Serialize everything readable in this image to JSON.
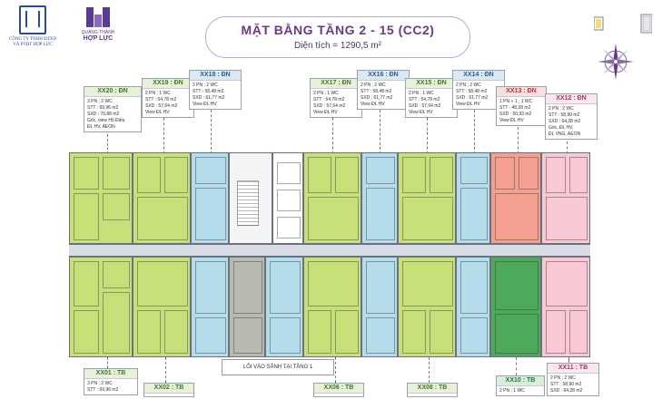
{
  "header": {
    "title": "MẶT BẰNG TẦNG 2 - 15 (CC2)",
    "area": "Diện tích = 1290,5 m²"
  },
  "logos": {
    "company": "CÔNG TY TNHH ĐTXD\nVÀ PTĐT HỢP LỰC",
    "brand_small": "QUẢNG THÀNH",
    "brand_big": "HỢP LỰC"
  },
  "entry": {
    "label": "LỐI VÀO SẢNH TẠI TẦNG 1"
  },
  "colors": {
    "green": "#c8e07a",
    "blue": "#b4dcea",
    "red": "#f4a090",
    "pink": "#f8c8d4",
    "teal": "#4caa5a",
    "gray": "#b8bab0",
    "corridor": "#d8dce4"
  },
  "units_top": [
    {
      "code": "XX20 : ĐN",
      "l1": "3 PN ; 2 WC",
      "l2": "STT : 69,96 m2",
      "l3": "SXD : 76,88 m2",
      "l4": "Góc, view Hồ Điều",
      "l5": "ĐL HV, AEON",
      "color": "green"
    },
    {
      "code": "XX19 : ĐN",
      "l1": "2 PN ; 1 WC",
      "l2": "STT : 54,78 m2",
      "l3": "SXD : 57,64 m2",
      "l4": "View ĐL HV",
      "l5": "",
      "color": "green"
    },
    {
      "code": "XX18 : ĐN",
      "l1": "2 PN ; 2 WC",
      "l2": "STT : 58,48 m2",
      "l3": "SXD : 61,77 m2",
      "l4": "View ĐL HV",
      "l5": "",
      "color": "blue"
    },
    {
      "code": "XX17 : ĐN",
      "l1": "2 PN ; 1 WC",
      "l2": "STT : 54,78 m2",
      "l3": "SXD : 57,64 m2",
      "l4": "View ĐL HV",
      "l5": "",
      "color": "green"
    },
    {
      "code": "XX16 : ĐN",
      "l1": "2 PN ; 2 WC",
      "l2": "STT : 58,48 m2",
      "l3": "SXD : 61,77 m2",
      "l4": "View ĐL HV",
      "l5": "",
      "color": "blue"
    },
    {
      "code": "XX15 : ĐN",
      "l1": "2 PN ; 1 WC",
      "l2": "STT : 54,78 m2",
      "l3": "SXD : 57,64 m2",
      "l4": "View ĐL HV",
      "l5": "",
      "color": "green"
    },
    {
      "code": "XX14 : ĐN",
      "l1": "2 PN ; 2 WC",
      "l2": "STT : 58,48 m2",
      "l3": "SXD : 61,77 m2",
      "l4": "View ĐL HV",
      "l5": "",
      "color": "blue"
    },
    {
      "code": "XX13 : ĐN",
      "l1": "1 PN + 1 ; 1 WC",
      "l2": "STT : 48,28 m2",
      "l3": "SXD : 50,93 m2",
      "l4": "View ĐL HV",
      "l5": "",
      "color": "red"
    },
    {
      "code": "XX12 : ĐN",
      "l1": "2 PN ; 2 WC",
      "l2": "STT : 58,90 m2",
      "l3": "SXD : 64,28 m2",
      "l4": "Góc, ĐL HV,",
      "l5": "ĐL VNG, AEON",
      "color": "pink"
    }
  ],
  "units_bottom": [
    {
      "code": "XX01 : TB",
      "l1": "3 PN ; 2 WC",
      "l2": "STT : 69,96 m2",
      "color": "green"
    },
    {
      "code": "XX02 : TB",
      "color": "green"
    },
    {
      "code": "XX06 : TB",
      "color": "green"
    },
    {
      "code": "XX08 : TB",
      "color": "green"
    },
    {
      "code": "XX10 : TB",
      "l1": "2 PN ; 1 WC",
      "color": "teal"
    },
    {
      "code": "XX11 : TB",
      "l1": "2 PN ; 2 WC",
      "l2": "STT : 58,90 m2",
      "l3": "SXD : 64,28 m2",
      "color": "pink"
    }
  ]
}
